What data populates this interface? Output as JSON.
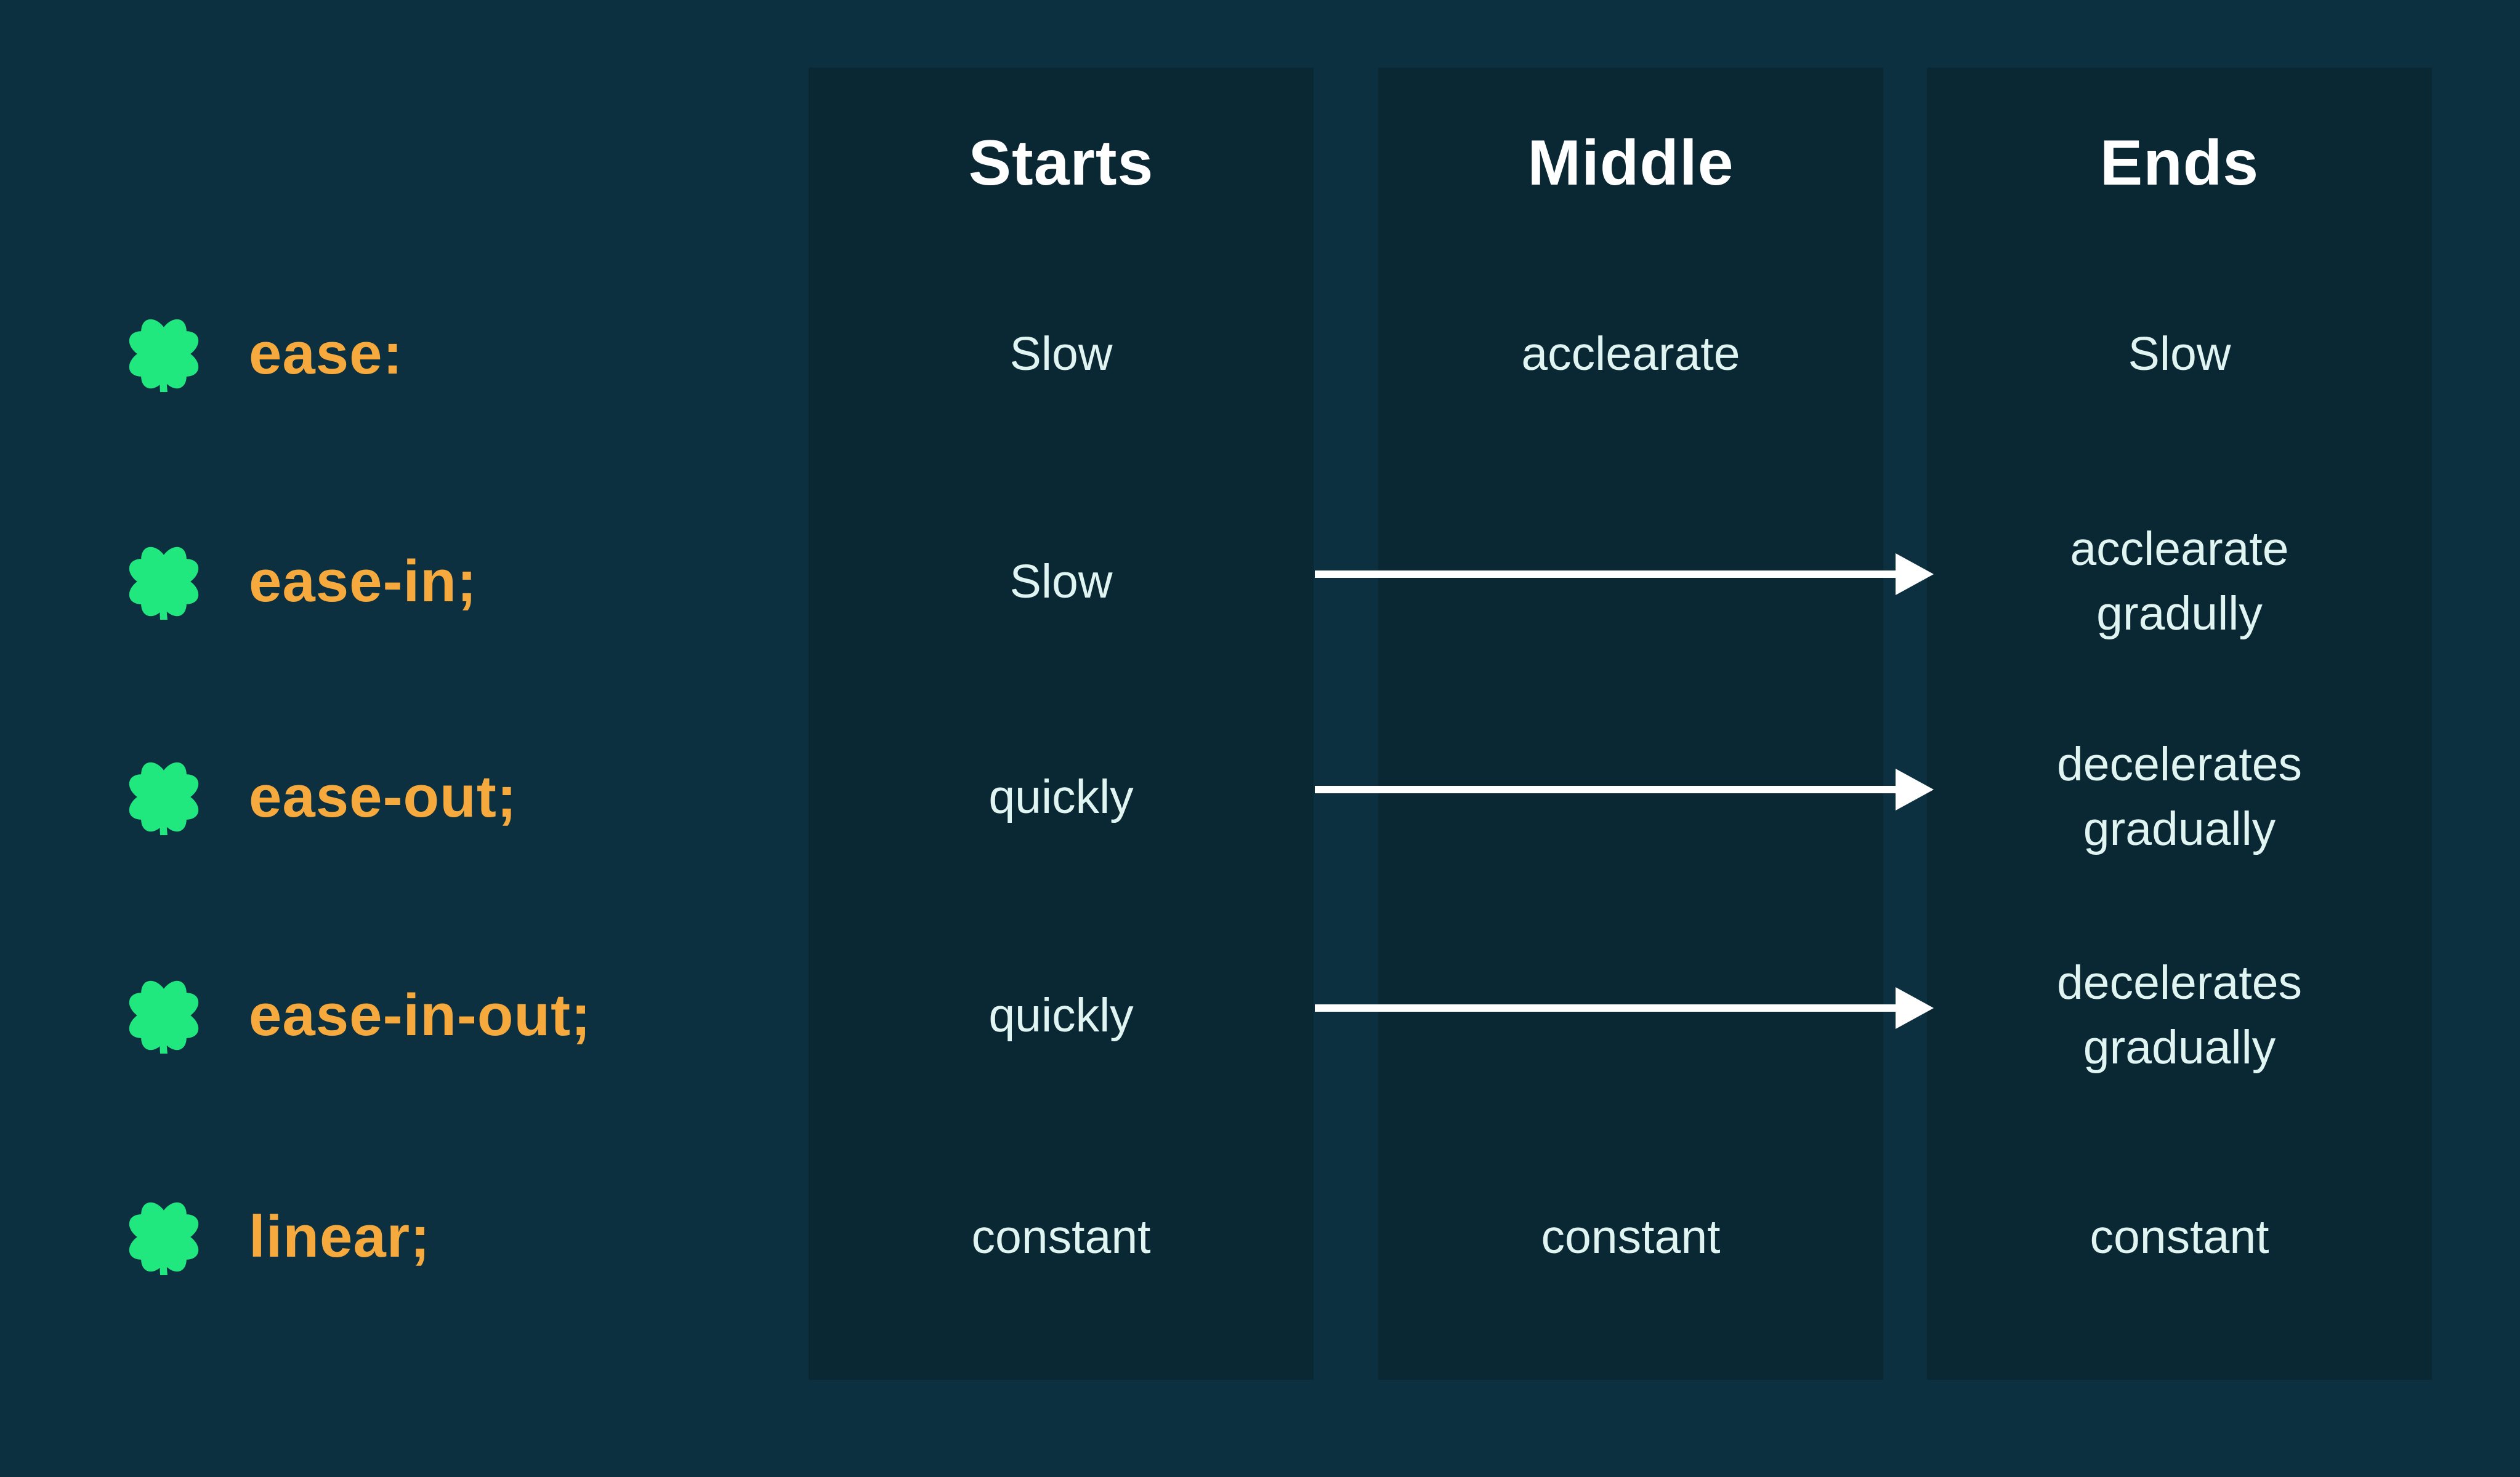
{
  "colors": {
    "background": "#0c3040",
    "column": "#0a2834",
    "header_text": "#ffffff",
    "cell_text": "#e0f5f1",
    "label_text": "#f6a93c",
    "clover_green": "#20e87f",
    "arrow": "#ffffff"
  },
  "columns": [
    {
      "header": "Starts"
    },
    {
      "header": "Middle"
    },
    {
      "header": "Ends"
    }
  ],
  "rows": [
    {
      "label": "ease:",
      "starts": "Slow",
      "middle": "acclearate",
      "ends1": "Slow"
    },
    {
      "label": "ease-in;",
      "starts": "Slow",
      "middle": "",
      "ends1": "acclearate",
      "ends2": "gradully",
      "arrow": "right"
    },
    {
      "label": "ease-out;",
      "starts": "quickly",
      "middle": "",
      "ends1": "decelerates",
      "ends2": "gradually",
      "arrow": "right"
    },
    {
      "label": "ease-in-out;",
      "starts": "quickly",
      "middle": "",
      "ends1": "decelerates",
      "ends2": "gradually",
      "arrow": "right"
    },
    {
      "label": "linear;",
      "starts": "constant",
      "middle": "constant",
      "ends1": "constant"
    }
  ]
}
